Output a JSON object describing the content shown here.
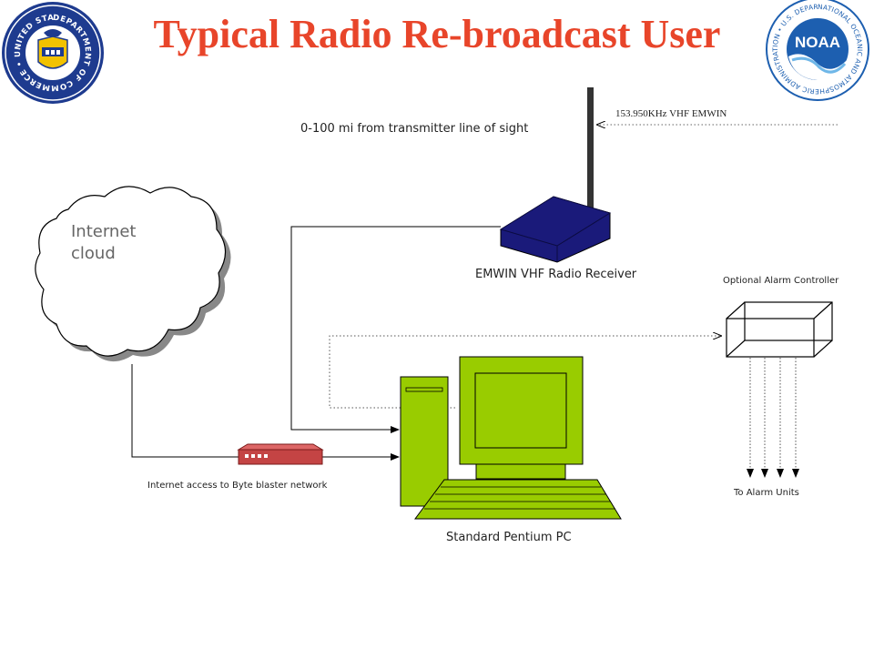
{
  "title": "Typical Radio Re-broadcast User",
  "logos": {
    "left": {
      "ring_text": "DEPARTMENT OF COMMERCE • UNITED STATES OF AMERICA"
    },
    "right": {
      "ring_text": "NATIONAL OCEANIC AND ATMOSPHERIC ADMINISTRATION • U.S. DEPARTMENT OF COMMERCE",
      "center_text": "NOAA"
    }
  },
  "labels": {
    "frequency": "153.950KHz VHF EMWIN",
    "range": "0-100 mi from transmitter line of sight",
    "cloud": "Internet\ncloud",
    "receiver": "EMWIN VHF Radio Receiver",
    "alarm_controller": "Optional Alarm Controller",
    "alarm_units": "To Alarm Units",
    "internet_access": "Internet access to Byte blaster network",
    "pc": "Standard Pentium PC"
  },
  "colors": {
    "title": "#e8452a",
    "pc_green": "#99cc00",
    "receiver_blue": "#1a1a7a",
    "router_red": "#c44444",
    "logo_blue": "#1e3b8f",
    "noaa_blue": "#1d5fb0"
  }
}
